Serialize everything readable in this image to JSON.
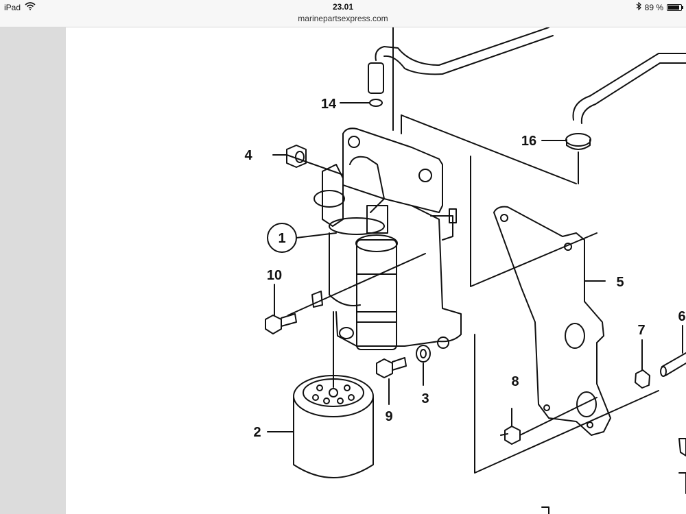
{
  "status_bar": {
    "device": "iPad",
    "time": "23.01",
    "url": "marinepartsexpress.com",
    "battery_text": "89 %",
    "battery_level": 0.89,
    "icons": [
      "wifi-icon",
      "bluetooth-icon",
      "battery-icon"
    ]
  },
  "diagram": {
    "callouts": {
      "c1": "1",
      "c2": "2",
      "c3": "3",
      "c4": "4",
      "c5": "5",
      "c6": "6",
      "c7": "7",
      "c8": "8",
      "c9": "9",
      "c10": "10",
      "c14": "14",
      "c16": "16"
    }
  }
}
